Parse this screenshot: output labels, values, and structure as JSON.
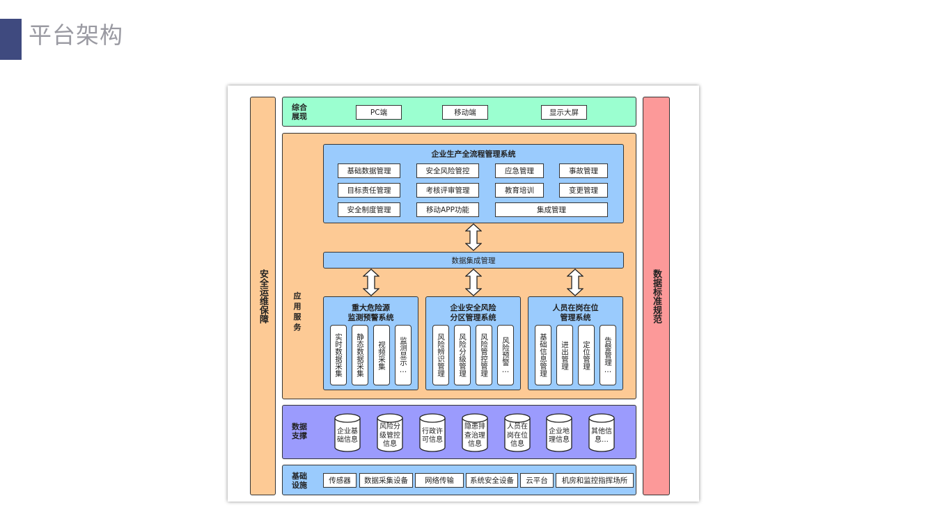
{
  "slide": {
    "title": "平台架构"
  },
  "diagram": {
    "left_pillar": "安全运维保障",
    "right_pillar": "数据标准规范",
    "display_layer": {
      "label": "综合展现",
      "items": [
        "PC端",
        "移动端",
        "显示大屏"
      ]
    },
    "app_layer": {
      "label": "应用服务",
      "main_system": {
        "title": "企业生产全流程管理系统",
        "items": [
          "基础数据管理",
          "安全风险管控",
          "应急管理",
          "事故管理",
          "目标责任管理",
          "考核评审管理",
          "教育培训",
          "变更管理",
          "安全制度管理",
          "移动APP功能",
          "集成管理"
        ]
      },
      "integration": "数据集成管理",
      "subsystems": [
        {
          "title": "重大危险源\n监测预警系统",
          "items": [
            "实时数据采集",
            "静态数据采集",
            "视频采集",
            "监测显示…"
          ]
        },
        {
          "title": "企业安全风险\n分区管理系统",
          "items": [
            "风险辨识管理",
            "风险分级管理",
            "风险管控管理",
            "风险预警…"
          ]
        },
        {
          "title": "人员在岗在位\n管理系统",
          "items": [
            "基础信息管理",
            "进出管理",
            "定位管理",
            "告警管理…"
          ]
        }
      ]
    },
    "data_layer": {
      "label": "数据支撑",
      "items": [
        "企业基础信息",
        "风险分级管控信息",
        "行政许可信息",
        "隐患排查治理信息",
        "人员在岗在位信息",
        "企业地理信息",
        "其他信息…"
      ]
    },
    "infra_layer": {
      "label": "基础设施",
      "items": [
        "传感器",
        "数据采集设备",
        "网络传输",
        "系统安全设备",
        "云平台",
        "机房和监控指挥场所"
      ]
    },
    "colors": {
      "accent": "#3f4a7f",
      "pillar_left": "#fdca95",
      "pillar_right": "#fc9999",
      "display": "#9bffd0",
      "app": "#fdca95",
      "system": "#9acbfd",
      "data": "#9b9bfd",
      "infra": "#9acbfd"
    }
  }
}
